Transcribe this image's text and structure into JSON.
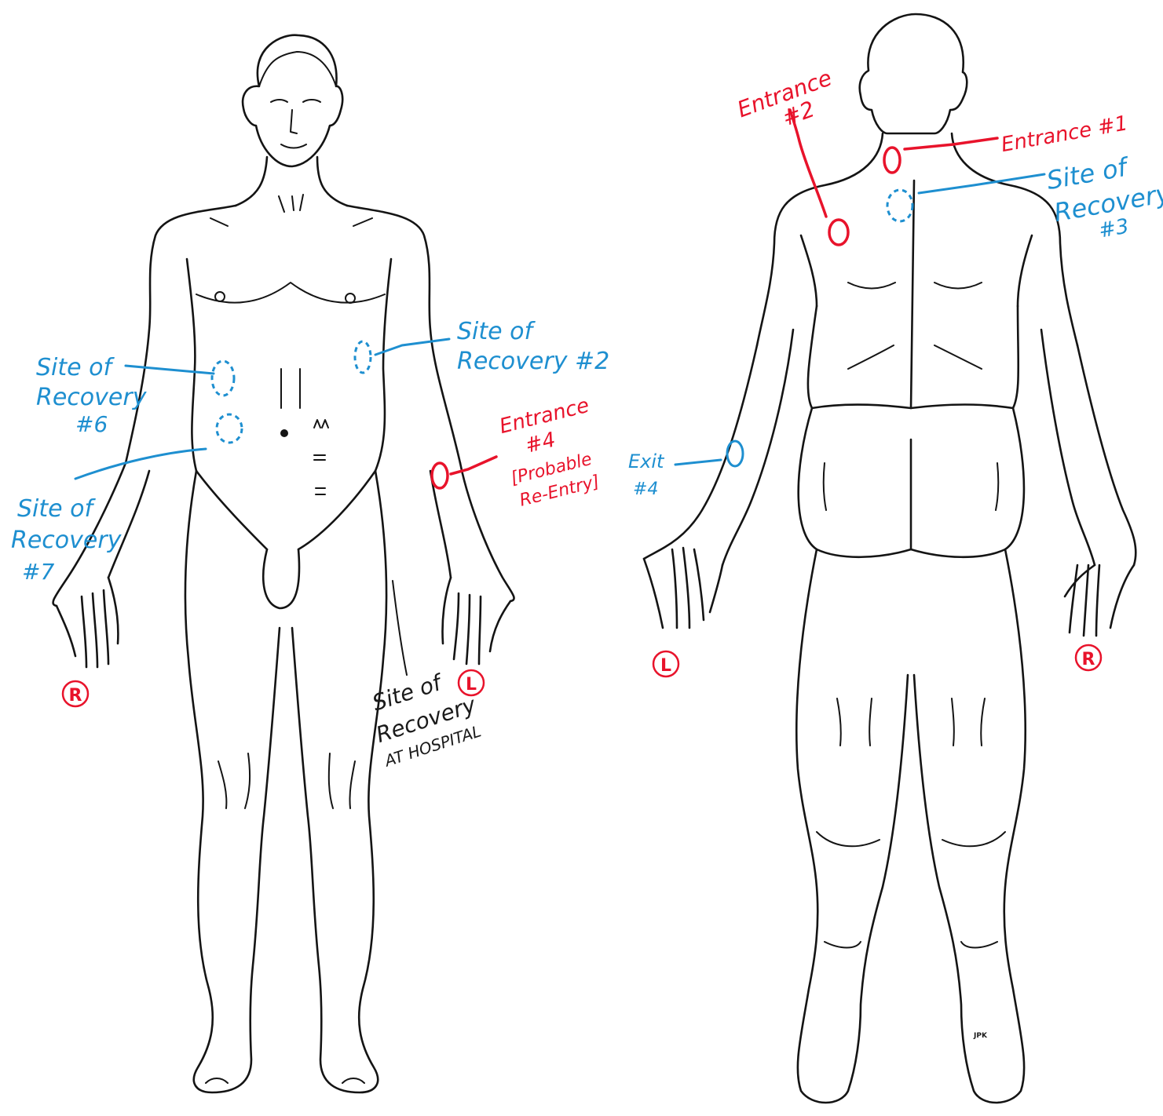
{
  "labels": {
    "front_recovery_2_line1": "Site of",
    "front_recovery_2_line2": "Recovery #2",
    "front_recovery_6_line1": "Site of",
    "front_recovery_6_line2": "Recovery",
    "front_recovery_6_line3": "#6",
    "front_recovery_7_line1": "Site of",
    "front_recovery_7_line2": "Recovery",
    "front_recovery_7_line3": "#7",
    "entrance_4_line1": "Entrance",
    "entrance_4_line2": "#4",
    "entrance_4_line3": "[Probable",
    "entrance_4_line4": "Re-Entry]",
    "hospital_line1": "Site of",
    "hospital_line2": "Recovery",
    "hospital_line3": "AT HOSPITAL",
    "entrance_2_line1": "Entrance",
    "entrance_2_line2": "#2",
    "entrance_1": "Entrance #1",
    "back_recovery_3_line1": "Site of",
    "back_recovery_3_line2": "Recovery",
    "back_recovery_3_line3": "#3",
    "exit_4_line1": "Exit",
    "exit_4_line2": "#4",
    "front_right_mark": "R",
    "front_left_mark": "L",
    "back_left_mark": "L",
    "back_right_mark": "R",
    "initials": "JPK"
  },
  "colors": {
    "entrance_marks": "#e8132b",
    "recovery_marks": "#1e8fd0",
    "body_outline": "#141414"
  }
}
